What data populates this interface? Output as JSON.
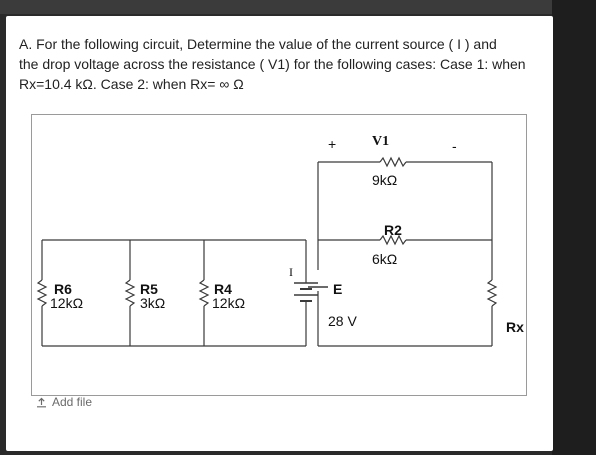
{
  "question": {
    "line1": "A. For the following circuit, Determine the value of the current source ( I ) and",
    "line2": "the drop voltage across the resistance ( V1) for the following cases: Case 1: when",
    "line3": "Rx=10.4 kΩ. Case 2: when Rx= ∞ Ω"
  },
  "circuit": {
    "plus": "+",
    "minus": "-",
    "v1": "V1",
    "r1_value": "9kΩ",
    "r2_name": "R2",
    "r2_value": "6kΩ",
    "r6_name": "R6",
    "r6_value": "12kΩ",
    "r5_name": "R5",
    "r5_value": "3kΩ",
    "r4_name": "R4",
    "r4_value": "12kΩ",
    "current": "I",
    "source_name": "E",
    "source_value": "28 V",
    "rx_name": "Rx"
  },
  "upload": {
    "label": "Add file",
    "icon": "upload-icon"
  }
}
